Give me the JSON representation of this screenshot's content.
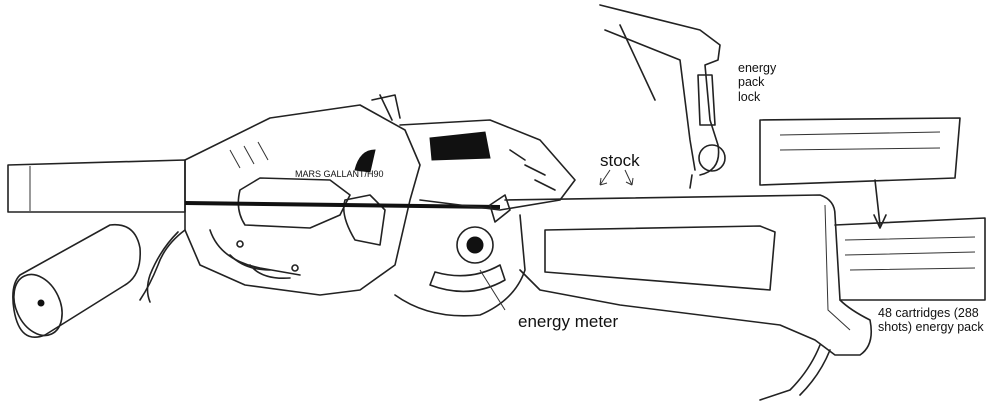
{
  "diagram": {
    "marking": "MARS GALLANT/H90",
    "labels": {
      "energy_pack_lock": [
        "energy",
        "pack",
        "lock"
      ],
      "stock": "stock",
      "energy_meter": "energy meter",
      "energy_pack": [
        "48 cartridges (288",
        "shots) energy pack"
      ]
    }
  }
}
